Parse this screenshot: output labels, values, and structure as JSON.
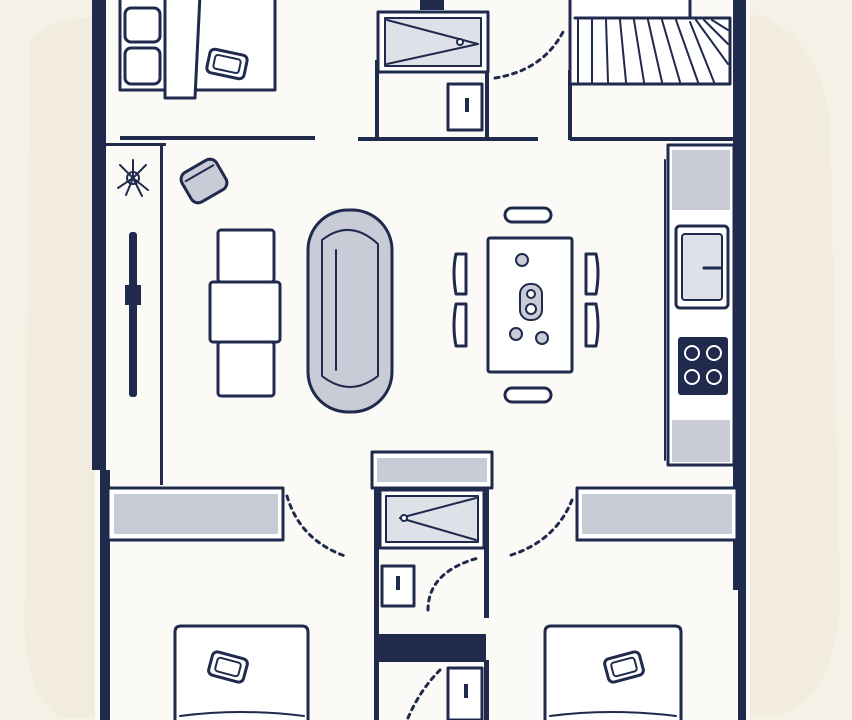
{
  "diagram": {
    "type": "floor-plan",
    "colors": {
      "wall": "#1f2a4d",
      "floor": "#fbfaf6",
      "background": "#f5f1e6",
      "fixture_fill": "#c9ccd6"
    },
    "rooms": [
      {
        "id": "bedroom-top-left"
      },
      {
        "id": "bathroom-top"
      },
      {
        "id": "staircase"
      },
      {
        "id": "living-room"
      },
      {
        "id": "kitchen"
      },
      {
        "id": "bathroom-bottom"
      },
      {
        "id": "bedroom-bottom-left"
      },
      {
        "id": "bedroom-bottom-right"
      }
    ],
    "icons": [
      "bed-icon",
      "sofa-icon",
      "armchair-icon",
      "dining-table-icon",
      "chair-icon",
      "sink-icon",
      "stove-icon",
      "shower-icon",
      "toilet-icon",
      "plant-icon",
      "door-arc-icon",
      "stairs-icon",
      "wardrobe-icon"
    ]
  }
}
